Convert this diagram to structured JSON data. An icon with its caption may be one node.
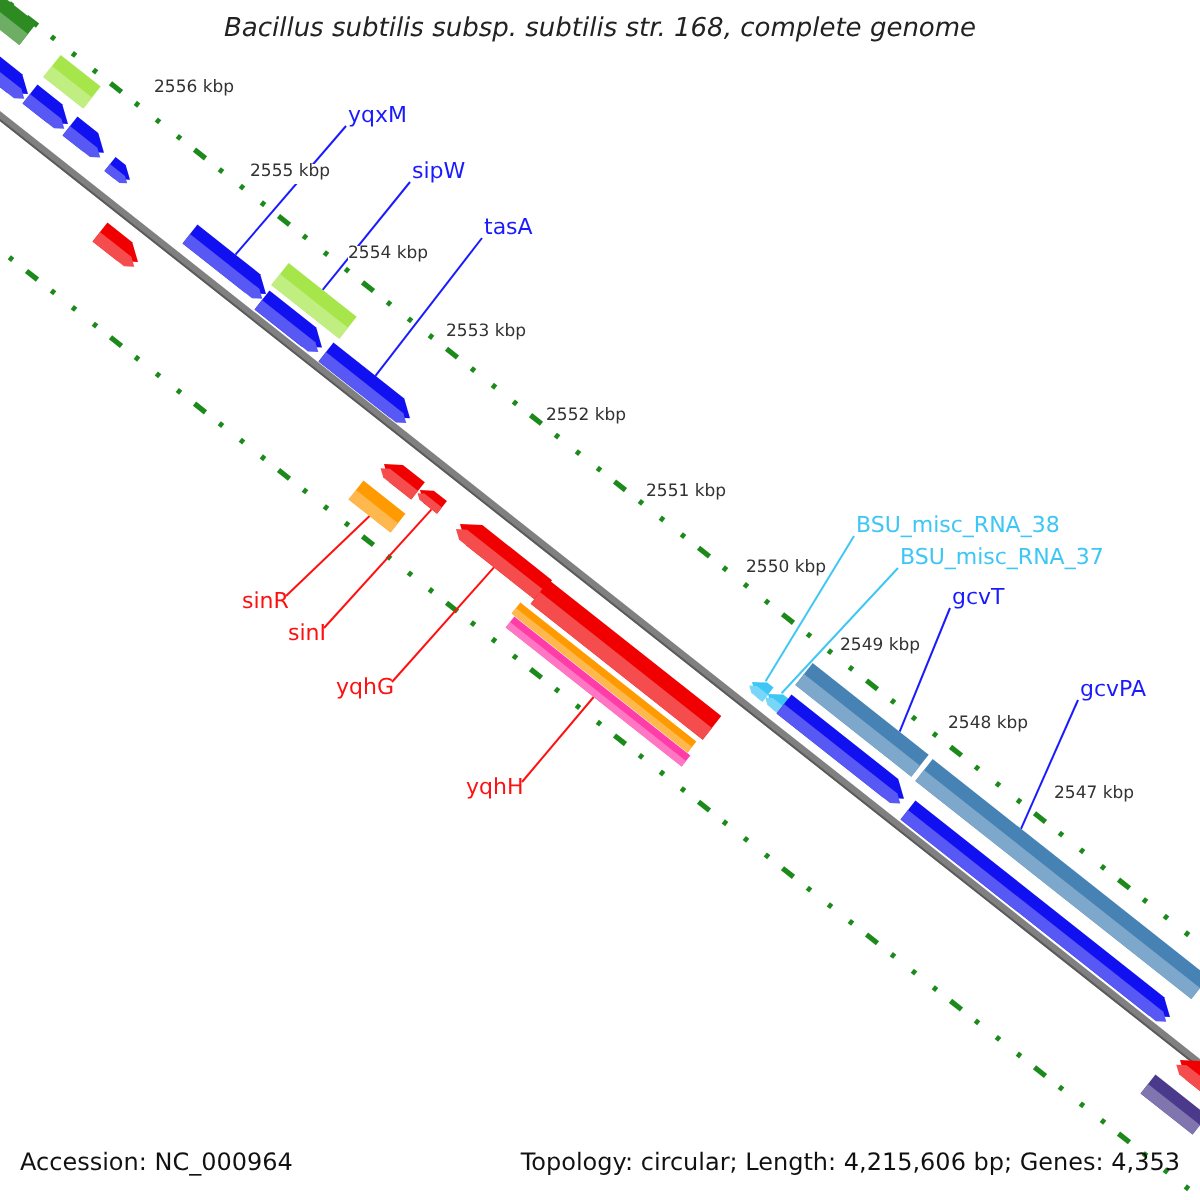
{
  "diagram": {
    "title": "Bacillus subtilis subsp. subtilis str. 168, complete genome",
    "nodes": [
      {
        "text": [
          "yqxM"
        ]
      },
      {
        "text": [
          "sipW"
        ]
      },
      {
        "text": [
          "tasA"
        ]
      },
      {
        "text": [],
        "shape": "pentagon"
      },
      {
        "text": [],
        "shape": "bar"
      },
      {
        "text": [],
        "shape": "pentagon"
      },
      {
        "text": [
          "BSU_misc_RNA_38"
        ]
      },
      {
        "text": [
          "BSU_misc_RNA_37"
        ]
      },
      {
        "text": [
          "gcvT"
        ]
      },
      {
        "text": [],
        "shape": "pentagon"
      },
      {
        "text": [],
        "shape": "pentagon"
      },
      {
        "text": [],
        "shape": "bar"
      },
      {
        "text": [
          "gcvPA"
        ]
      },
      {
        "text": [],
        "shape": "bar"
      },
      {
        "text": [
          "sinR"
        ]
      },
      {
        "text": [],
        "shape": "bar"
      },
      {
        "text": [
          "sinI"
        ]
      },
      {
        "text": [],
        "shape": "pentagon"
      },
      {
        "text": [
          "yqhG"
        ]
      },
      {
        "text": [],
        "shape": "pentagon"
      },
      {
        "text": [
          "yqhH"
        ]
      },
      {
        "text": [],
        "shape": "bar"
      },
      {
        "text": [],
        "shape": "bar"
      },
      {
        "text": [],
        "shape": "bar"
      },
      {
        "text": [],
        "shape": "pentagon"
      },
      {
        "text": [],
        "shape": "pentagon"
      },
      {
        "text": [],
        "shape": "pentagon"
      },
      {
        "text": [],
        "shape": "pentagon"
      },
      {
        "text": [],
        "shape": "pentagon"
      },
      {
        "text": [],
        "shape": "pentagon"
      },
      {
        "text": [],
        "shape": "pentagon"
      },
      {
        "text": [],
        "shape": "bar"
      },
      {
        "text": [],
        "shape": "bar"
      },
      {
        "text": [],
        "shape": "pentagon"
      },
      {
        "text": [],
        "shape": "pentagon"
      },
      {
        "text": [],
        "shape": "pentagon"
      },
      {
        "text": [],
        "shape": "bar"
      }
    ],
    "edges": [
      {
        "from": 0,
        "to": 3,
        "arrow": "none"
      },
      {
        "from": 1,
        "to": 4,
        "arrow": "none"
      },
      {
        "from": 2,
        "to": 5,
        "arrow": "none"
      },
      {
        "from": 6,
        "to": 9,
        "arrow": "none",
        "color": "#3ec6f5"
      },
      {
        "from": 7,
        "to": 10,
        "arrow": "none",
        "color": "#3ec6f5"
      },
      {
        "from": 8,
        "to": 11,
        "arrow": "none"
      },
      {
        "from": 12,
        "to": 13,
        "arrow": "none"
      },
      {
        "from": 14,
        "to": 15,
        "arrow": "none",
        "color": "#ff1010"
      },
      {
        "from": 16,
        "to": 17,
        "arrow": "none",
        "color": "#ff1010"
      },
      {
        "from": 18,
        "to": 19,
        "arrow": "none",
        "color": "#ff1010"
      },
      {
        "from": 20,
        "to": 21,
        "arrow": "none",
        "color": "#ff1010"
      }
    ],
    "labels": [
      "2556 kbp",
      "2555 kbp",
      "2554 kbp",
      "2553 kbp",
      "2552 kbp",
      "2551 kbp",
      "2550 kbp",
      "2549 kbp",
      "2548 kbp",
      "2547 kbp",
      "Accession: NC_000964",
      "Topology: circular; Length: 4,215,606 bp; Genes: 4,353"
    ]
  }
}
